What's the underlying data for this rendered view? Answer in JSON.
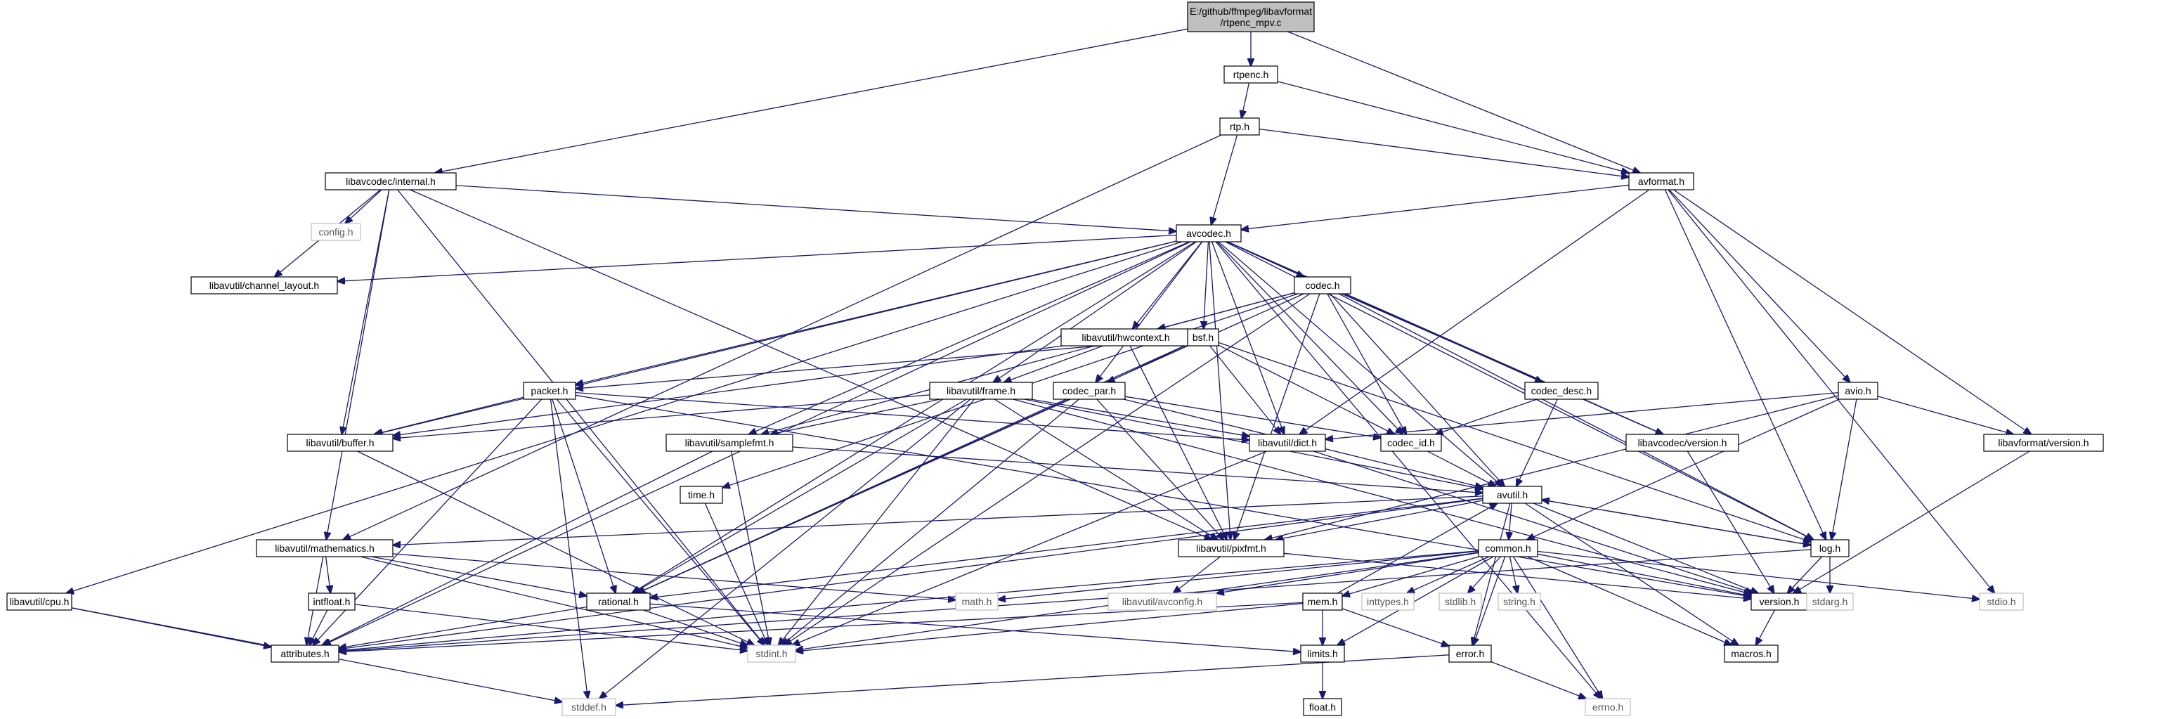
{
  "nodes": [
    {
      "id": "root",
      "label": "E:/github/ffmpeg/libavformat\n/rtpenc_mpv.c",
      "kind": "root"
    },
    {
      "id": "rtpenc",
      "label": "rtpenc.h",
      "kind": "local"
    },
    {
      "id": "rtp",
      "label": "rtp.h",
      "kind": "local"
    },
    {
      "id": "internal",
      "label": "libavcodec/internal.h",
      "kind": "local"
    },
    {
      "id": "avformat",
      "label": "avformat.h",
      "kind": "local"
    },
    {
      "id": "config",
      "label": "config.h",
      "kind": "sys"
    },
    {
      "id": "avcodec",
      "label": "avcodec.h",
      "kind": "local"
    },
    {
      "id": "chlayout",
      "label": "libavutil/channel_layout.h",
      "kind": "local"
    },
    {
      "id": "codec",
      "label": "codec.h",
      "kind": "local"
    },
    {
      "id": "hwcontext",
      "label": "libavutil/hwcontext.h",
      "kind": "local"
    },
    {
      "id": "bsf",
      "label": "bsf.h",
      "kind": "local"
    },
    {
      "id": "packet",
      "label": "packet.h",
      "kind": "local"
    },
    {
      "id": "frame",
      "label": "libavutil/frame.h",
      "kind": "local"
    },
    {
      "id": "codecpar",
      "label": "codec_par.h",
      "kind": "local"
    },
    {
      "id": "codecdesc",
      "label": "codec_desc.h",
      "kind": "local"
    },
    {
      "id": "avio",
      "label": "avio.h",
      "kind": "local"
    },
    {
      "id": "buffer",
      "label": "libavutil/buffer.h",
      "kind": "local"
    },
    {
      "id": "samplefmt",
      "label": "libavutil/samplefmt.h",
      "kind": "local"
    },
    {
      "id": "dict",
      "label": "libavutil/dict.h",
      "kind": "local"
    },
    {
      "id": "codecid",
      "label": "codec_id.h",
      "kind": "local"
    },
    {
      "id": "lavcver",
      "label": "libavcodec/version.h",
      "kind": "local"
    },
    {
      "id": "lavfver",
      "label": "libavformat/version.h",
      "kind": "local"
    },
    {
      "id": "time",
      "label": "time.h",
      "kind": "local"
    },
    {
      "id": "avutil",
      "label": "avutil.h",
      "kind": "local"
    },
    {
      "id": "math",
      "label": "libavutil/mathematics.h",
      "kind": "local"
    },
    {
      "id": "pixfmt",
      "label": "libavutil/pixfmt.h",
      "kind": "local"
    },
    {
      "id": "common",
      "label": "common.h",
      "kind": "local"
    },
    {
      "id": "log",
      "label": "log.h",
      "kind": "local"
    },
    {
      "id": "cpu",
      "label": "libavutil/cpu.h",
      "kind": "local"
    },
    {
      "id": "intfloat",
      "label": "intfloat.h",
      "kind": "local"
    },
    {
      "id": "rational",
      "label": "rational.h",
      "kind": "local"
    },
    {
      "id": "mathh",
      "label": "math.h",
      "kind": "sys"
    },
    {
      "id": "avconfig",
      "label": "libavutil/avconfig.h",
      "kind": "sys"
    },
    {
      "id": "inttypes",
      "label": "inttypes.h",
      "kind": "sys"
    },
    {
      "id": "stdlib",
      "label": "stdlib.h",
      "kind": "sys"
    },
    {
      "id": "string",
      "label": "string.h",
      "kind": "sys"
    },
    {
      "id": "mem",
      "label": "mem.h",
      "kind": "local"
    },
    {
      "id": "version",
      "label": "version.h",
      "kind": "local"
    },
    {
      "id": "stdarg",
      "label": "stdarg.h",
      "kind": "sys"
    },
    {
      "id": "stdio",
      "label": "stdio.h",
      "kind": "sys"
    },
    {
      "id": "attributes",
      "label": "attributes.h",
      "kind": "local"
    },
    {
      "id": "stdint",
      "label": "stdint.h",
      "kind": "sys"
    },
    {
      "id": "limits",
      "label": "limits.h",
      "kind": "local"
    },
    {
      "id": "error",
      "label": "error.h",
      "kind": "local"
    },
    {
      "id": "macros",
      "label": "macros.h",
      "kind": "local"
    },
    {
      "id": "stddef",
      "label": "stddef.h",
      "kind": "sys"
    },
    {
      "id": "errno",
      "label": "errno.h",
      "kind": "sys"
    },
    {
      "id": "float",
      "label": "float.h",
      "kind": "local"
    }
  ],
  "edges": [
    [
      "root",
      "rtpenc"
    ],
    [
      "root",
      "internal"
    ],
    [
      "root",
      "avformat"
    ],
    [
      "rtpenc",
      "rtp"
    ],
    [
      "rtpenc",
      "avformat"
    ],
    [
      "rtp",
      "avformat"
    ],
    [
      "rtp",
      "avcodec"
    ],
    [
      "rtp",
      "math"
    ],
    [
      "internal",
      "config"
    ],
    [
      "internal",
      "avcodec"
    ],
    [
      "internal",
      "chlayout"
    ],
    [
      "internal",
      "buffer"
    ],
    [
      "internal",
      "math"
    ],
    [
      "internal",
      "pixfmt"
    ],
    [
      "internal",
      "stdint"
    ],
    [
      "avformat",
      "avcodec"
    ],
    [
      "avformat",
      "avio"
    ],
    [
      "avformat",
      "dict"
    ],
    [
      "avformat",
      "log"
    ],
    [
      "avformat",
      "lavfver"
    ],
    [
      "avformat",
      "stdio"
    ],
    [
      "avcodec",
      "chlayout"
    ],
    [
      "avcodec",
      "codec"
    ],
    [
      "avcodec",
      "hwcontext"
    ],
    [
      "avcodec",
      "bsf"
    ],
    [
      "avcodec",
      "packet"
    ],
    [
      "avcodec",
      "frame"
    ],
    [
      "avcodec",
      "codecpar"
    ],
    [
      "avcodec",
      "codecdesc"
    ],
    [
      "avcodec",
      "buffer"
    ],
    [
      "avcodec",
      "samplefmt"
    ],
    [
      "avcodec",
      "dict"
    ],
    [
      "avcodec",
      "codecid"
    ],
    [
      "avcodec",
      "lavcver"
    ],
    [
      "avcodec",
      "avutil"
    ],
    [
      "avcodec",
      "pixfmt"
    ],
    [
      "avcodec",
      "log"
    ],
    [
      "avcodec",
      "rational"
    ],
    [
      "avcodec",
      "attributes"
    ],
    [
      "avcodec",
      "cpu"
    ],
    [
      "avcodec",
      "errno"
    ],
    [
      "codec",
      "hwcontext"
    ],
    [
      "codec",
      "samplefmt"
    ],
    [
      "codec",
      "codecid"
    ],
    [
      "codec",
      "lavcver"
    ],
    [
      "codec",
      "avutil"
    ],
    [
      "codec",
      "pixfmt"
    ],
    [
      "codec",
      "log"
    ],
    [
      "codec",
      "rational"
    ],
    [
      "codec",
      "time"
    ],
    [
      "codec",
      "stdint"
    ],
    [
      "hwcontext",
      "buffer"
    ],
    [
      "hwcontext",
      "frame"
    ],
    [
      "hwcontext",
      "pixfmt"
    ],
    [
      "bsf",
      "packet"
    ],
    [
      "bsf",
      "codecpar"
    ],
    [
      "bsf",
      "dict"
    ],
    [
      "bsf",
      "codecid"
    ],
    [
      "bsf",
      "log"
    ],
    [
      "bsf",
      "rational"
    ],
    [
      "packet",
      "buffer"
    ],
    [
      "packet",
      "dict"
    ],
    [
      "packet",
      "rational"
    ],
    [
      "packet",
      "version"
    ],
    [
      "packet",
      "attributes"
    ],
    [
      "packet",
      "stdint"
    ],
    [
      "packet",
      "stddef"
    ],
    [
      "frame",
      "buffer"
    ],
    [
      "frame",
      "samplefmt"
    ],
    [
      "frame",
      "dict"
    ],
    [
      "frame",
      "avutil"
    ],
    [
      "frame",
      "pixfmt"
    ],
    [
      "frame",
      "rational"
    ],
    [
      "frame",
      "stdint"
    ],
    [
      "frame",
      "stddef"
    ],
    [
      "frame",
      "version"
    ],
    [
      "codecpar",
      "codecid"
    ],
    [
      "codecpar",
      "avutil"
    ],
    [
      "codecpar",
      "pixfmt"
    ],
    [
      "codecpar",
      "rational"
    ],
    [
      "codecpar",
      "stdint"
    ],
    [
      "codecdesc",
      "codecid"
    ],
    [
      "codecdesc",
      "avutil"
    ],
    [
      "avio",
      "dict"
    ],
    [
      "avio",
      "log"
    ],
    [
      "avio",
      "common"
    ],
    [
      "avio",
      "lavfver"
    ],
    [
      "avio",
      "pixfmt"
    ],
    [
      "buffer",
      "stdint"
    ],
    [
      "samplefmt",
      "avutil"
    ],
    [
      "samplefmt",
      "attributes"
    ],
    [
      "samplefmt",
      "stdint"
    ],
    [
      "dict",
      "stdint"
    ],
    [
      "dict",
      "version"
    ],
    [
      "codecid",
      "avutil"
    ],
    [
      "lavcver",
      "version"
    ],
    [
      "lavfver",
      "version"
    ],
    [
      "time",
      "stdint"
    ],
    [
      "avutil",
      "common"
    ],
    [
      "avutil",
      "math"
    ],
    [
      "avutil",
      "pixfmt"
    ],
    [
      "avutil",
      "log"
    ],
    [
      "avutil",
      "version"
    ],
    [
      "avutil",
      "rational"
    ],
    [
      "avutil",
      "error"
    ],
    [
      "avutil",
      "macros"
    ],
    [
      "avutil",
      "attributes"
    ],
    [
      "math",
      "mathh"
    ],
    [
      "math",
      "rational"
    ],
    [
      "math",
      "intfloat"
    ],
    [
      "math",
      "attributes"
    ],
    [
      "math",
      "stdint"
    ],
    [
      "pixfmt",
      "avconfig"
    ],
    [
      "pixfmt",
      "version"
    ],
    [
      "common",
      "mathh"
    ],
    [
      "common",
      "avconfig"
    ],
    [
      "common",
      "inttypes"
    ],
    [
      "common",
      "stdlib"
    ],
    [
      "common",
      "string"
    ],
    [
      "common",
      "mem"
    ],
    [
      "common",
      "attributes"
    ],
    [
      "common",
      "stdint"
    ],
    [
      "common",
      "limits"
    ],
    [
      "common",
      "error"
    ],
    [
      "common",
      "macros"
    ],
    [
      "common",
      "version"
    ],
    [
      "common",
      "errno"
    ],
    [
      "common",
      "stdio"
    ],
    [
      "log",
      "avutil"
    ],
    [
      "log",
      "stdarg"
    ],
    [
      "log",
      "version"
    ],
    [
      "log",
      "attributes"
    ],
    [
      "cpu",
      "attributes"
    ],
    [
      "cpu",
      "stddef"
    ],
    [
      "intfloat",
      "attributes"
    ],
    [
      "intfloat",
      "stdint"
    ],
    [
      "rational",
      "stdint"
    ],
    [
      "rational",
      "limits"
    ],
    [
      "rational",
      "attributes"
    ],
    [
      "mem",
      "error"
    ],
    [
      "mem",
      "avutil"
    ],
    [
      "mem",
      "attributes"
    ],
    [
      "mem",
      "stdint"
    ],
    [
      "mem",
      "limits"
    ],
    [
      "version",
      "macros"
    ],
    [
      "error",
      "errno"
    ],
    [
      "error",
      "stddef"
    ],
    [
      "limits",
      "float"
    ]
  ]
}
